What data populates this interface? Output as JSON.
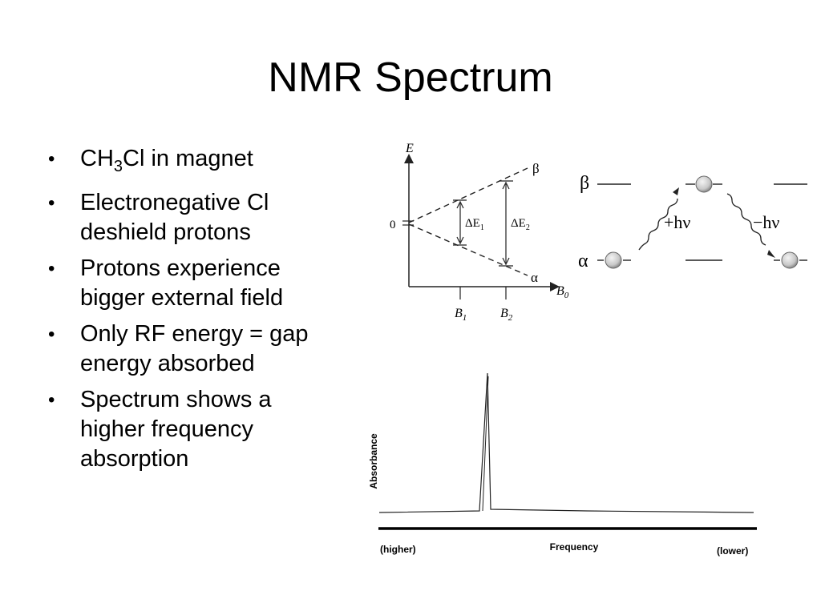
{
  "slide": {
    "title": "NMR Spectrum",
    "bullets": [
      {
        "pre": "CH",
        "sub": "3",
        "post": "Cl in magnet"
      },
      {
        "pre": "Electronegative Cl deshield protons",
        "sub": "",
        "post": ""
      },
      {
        "pre": "Protons experience bigger external field",
        "sub": "",
        "post": ""
      },
      {
        "pre": "Only RF energy = gap energy absorbed",
        "sub": "",
        "post": ""
      },
      {
        "pre": "Spectrum shows a higher frequency absorption",
        "sub": "",
        "post": ""
      }
    ]
  },
  "energy_diagram": {
    "y_axis_label": "E",
    "x_axis_label": "B",
    "x_axis_label_sub": "0",
    "origin_label": "0",
    "upper_state": "β",
    "lower_state": "α",
    "delta1": "ΔE",
    "delta1_sub": "1",
    "delta2": "ΔE",
    "delta2_sub": "2",
    "tick1": "B",
    "tick1_sub": "1",
    "tick2": "B",
    "tick2_sub": "2"
  },
  "transition_diagram": {
    "upper_label": "β",
    "lower_label": "α",
    "absorb_label": "+hν",
    "emit_label": "−hν"
  },
  "spectrum": {
    "y_label": "Absorbance",
    "x_label": "Frequency",
    "left_label": "(higher)",
    "right_label": "(lower)"
  },
  "colors": {
    "line": "#222222",
    "ball": "#c8c8c8"
  }
}
